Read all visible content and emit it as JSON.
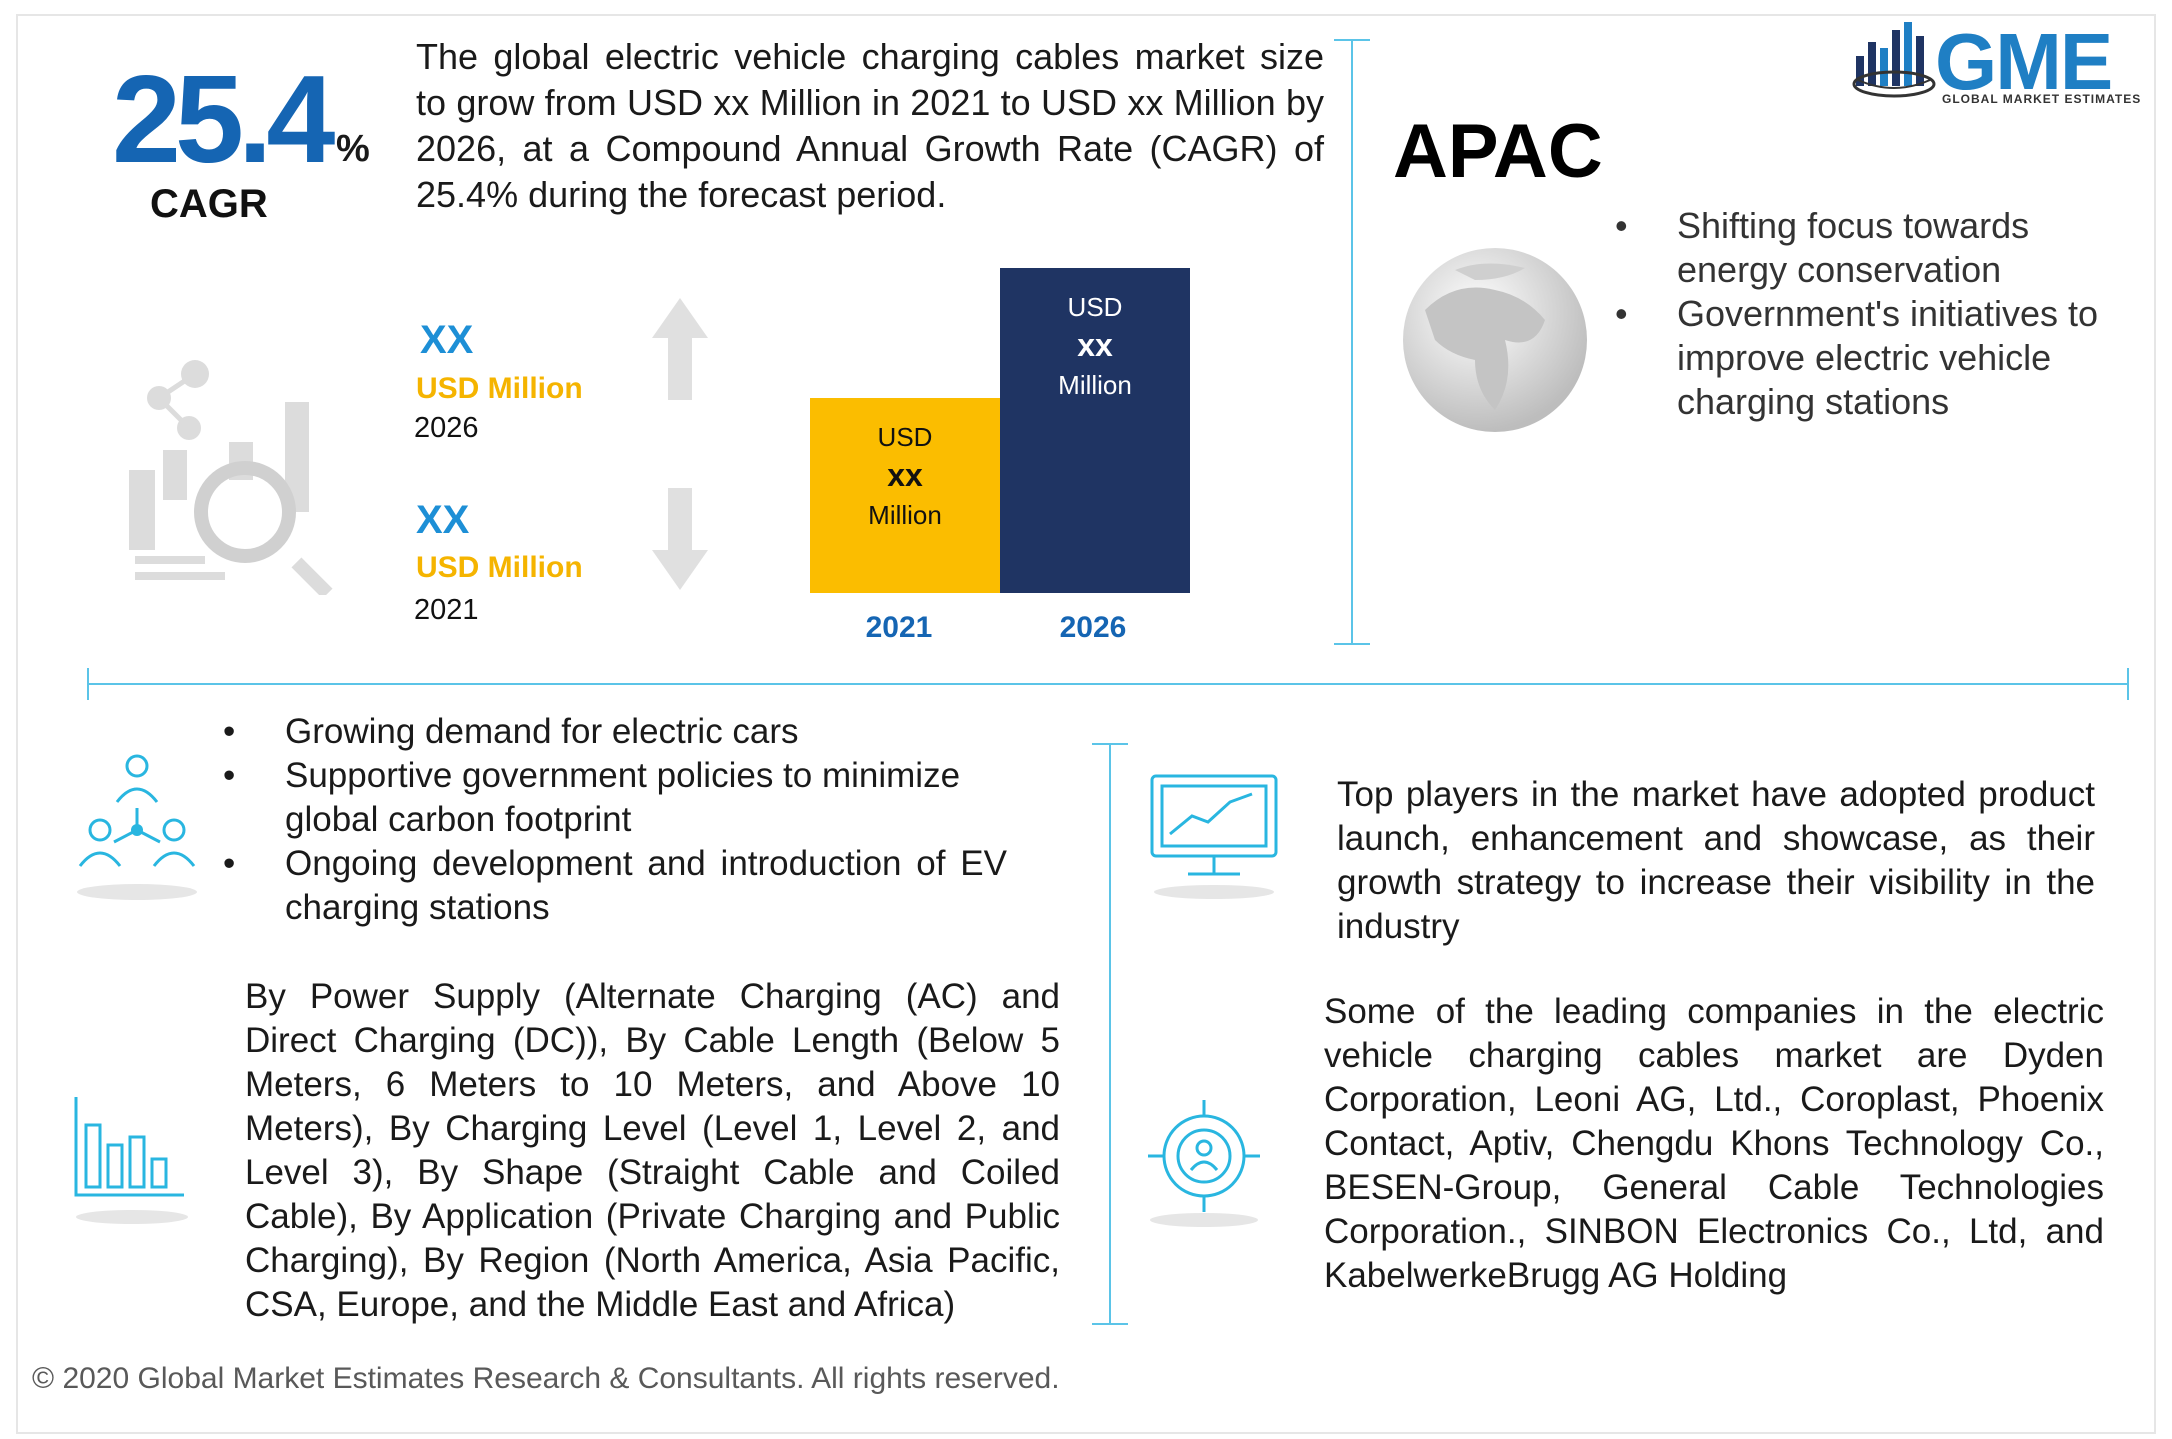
{
  "cagr": {
    "value": "25.4",
    "percent_sign": "%",
    "label": "CAGR"
  },
  "summary": "The global electric vehicle charging cables market size to grow from USD xx Million in 2021 to USD xx Million by 2026, at a Compound Annual Growth Rate (CAGR) of 25.4% during the forecast period.",
  "forecast": {
    "value": "XX",
    "unit": "USD Million",
    "year": "2026"
  },
  "base": {
    "value": "XX",
    "unit": "USD Million",
    "year": "2021"
  },
  "chart_data": {
    "type": "bar",
    "categories": [
      "2021",
      "2026"
    ],
    "bar_labels": [
      {
        "top": "USD",
        "mid": "xx",
        "bottom": "Million"
      },
      {
        "top": "USD",
        "mid": "xx",
        "bottom": "Million"
      }
    ],
    "relative_heights": [
      0.6,
      1.0
    ],
    "colors": [
      "#fbbd00",
      "#1f3463"
    ],
    "label_color": "#1565b3"
  },
  "region": {
    "title": "APAC",
    "bullets": [
      "Shifting focus towards energy conservation",
      "Government's initiatives to improve electric vehicle charging stations"
    ]
  },
  "drivers": [
    "Growing demand for electric cars",
    "Supportive government policies to minimize global carbon footprint",
    "Ongoing development and introduction of EV charging stations"
  ],
  "segmentation": "By Power Supply (Alternate Charging (AC) and Direct Charging (DC)), By Cable Length (Below 5 Meters, 6 Meters to 10 Meters, and Above 10 Meters), By Charging Level (Level 1, Level 2, and Level 3), By Shape (Straight Cable and Coiled Cable), By Application (Private Charging and Public Charging), By Region (North America, Asia Pacific, CSA, Europe, and the Middle East and Africa)",
  "strategy": "Top players in the market have adopted product launch, enhancement and showcase, as their growth strategy to increase their visibility in the industry",
  "companies": "Some of the leading companies in the electric vehicle charging cables market are Dyden Corporation, Leoni AG, Ltd., Coroplast, Phoenix Contact, Aptiv, Chengdu Khons Technology Co., BESEN-Group, General Cable Technologies Corporation., SINBON Electronics Co., Ltd, and KabelwerkeBrugg AG Holding",
  "bullet_char": "•",
  "copyright": "© 2020 Global Market Estimates Research & Consultants. All rights reserved.",
  "logo": {
    "name": "GME",
    "tagline": "GLOBAL MARKET ESTIMATES"
  },
  "colors": {
    "accent_blue": "#1565b3",
    "cyan": "#29b6e0",
    "yellow": "#f5b400",
    "navy": "#1f3463",
    "gray_icon": "#d9d9d9"
  },
  "icons": [
    "analytics-magnifier-icon",
    "arrow-up-icon",
    "arrow-down-icon",
    "globe-icon",
    "team-network-icon",
    "monitor-chart-icon",
    "bar-chart-icon",
    "target-person-icon",
    "gme-logo-icon"
  ]
}
